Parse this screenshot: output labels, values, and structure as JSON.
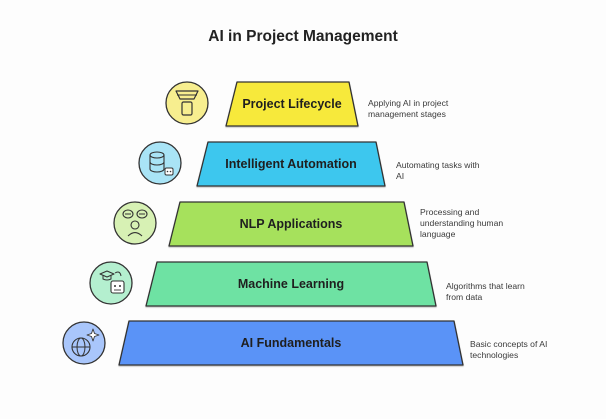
{
  "title": "AI in Project Management",
  "tiers": [
    {
      "label": "Project Lifecycle",
      "description": "Applying AI in project\nmanagement stages",
      "color": "#f7e93a",
      "icon": "funnel-icon"
    },
    {
      "label": "Intelligent Automation",
      "description": "Automating tasks with\nAI",
      "color": "#3ec7ee",
      "icon": "database-robot-icon"
    },
    {
      "label": "NLP Applications",
      "description": "Processing and\nunderstanding human\nlanguage",
      "color": "#a6e15b",
      "icon": "language-processing-icon"
    },
    {
      "label": "Machine Learning",
      "description": "Algorithms that learn\nfrom data",
      "color": "#6ee2a3",
      "icon": "learning-robot-icon"
    },
    {
      "label": "AI Fundamentals",
      "description": "Basic concepts of AI\ntechnologies",
      "color": "#5a93f7",
      "icon": "globe-sparkle-icon"
    }
  ]
}
